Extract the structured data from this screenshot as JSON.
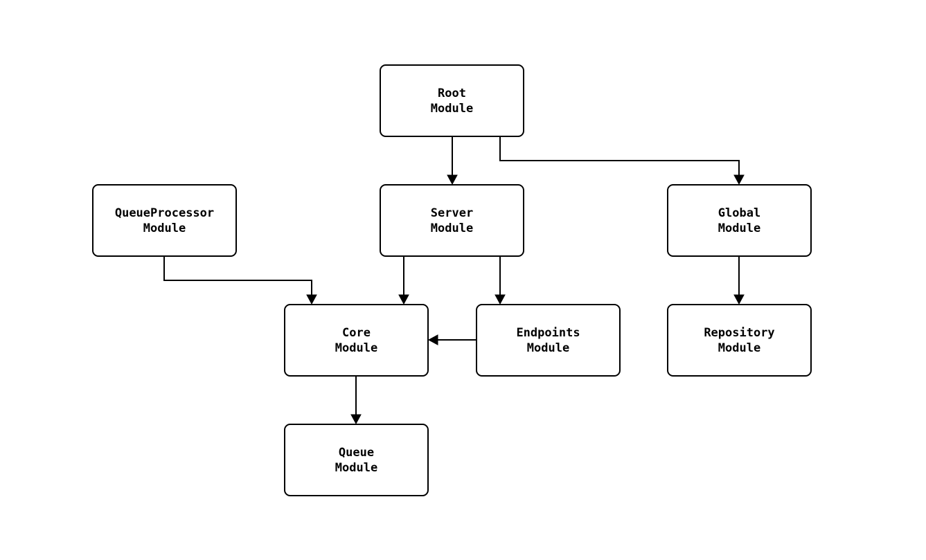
{
  "diagram": {
    "type": "dependency-graph",
    "colors": {
      "background": "#ffffff",
      "node_fill": "#ffffff",
      "node_border": "#000000",
      "text": "#000000",
      "arrow": "#000000"
    },
    "nodes": {
      "root": {
        "line1": "Root",
        "line2": "Module"
      },
      "queueprocessor": {
        "line1": "QueueProcessor",
        "line2": "Module"
      },
      "server": {
        "line1": "Server",
        "line2": "Module"
      },
      "global": {
        "line1": "Global",
        "line2": "Module"
      },
      "core": {
        "line1": "Core",
        "line2": "Module"
      },
      "endpoints": {
        "line1": "Endpoints",
        "line2": "Module"
      },
      "repository": {
        "line1": "Repository",
        "line2": "Module"
      },
      "queue": {
        "line1": "Queue",
        "line2": "Module"
      }
    },
    "edges": [
      {
        "from": "Root Module",
        "to": "Server Module"
      },
      {
        "from": "Root Module",
        "to": "Global Module"
      },
      {
        "from": "QueueProcessor Module",
        "to": "Core Module"
      },
      {
        "from": "Server Module",
        "to": "Core Module"
      },
      {
        "from": "Server Module",
        "to": "Endpoints Module"
      },
      {
        "from": "Endpoints Module",
        "to": "Core Module"
      },
      {
        "from": "Global Module",
        "to": "Repository Module"
      },
      {
        "from": "Core Module",
        "to": "Queue Module"
      }
    ]
  }
}
